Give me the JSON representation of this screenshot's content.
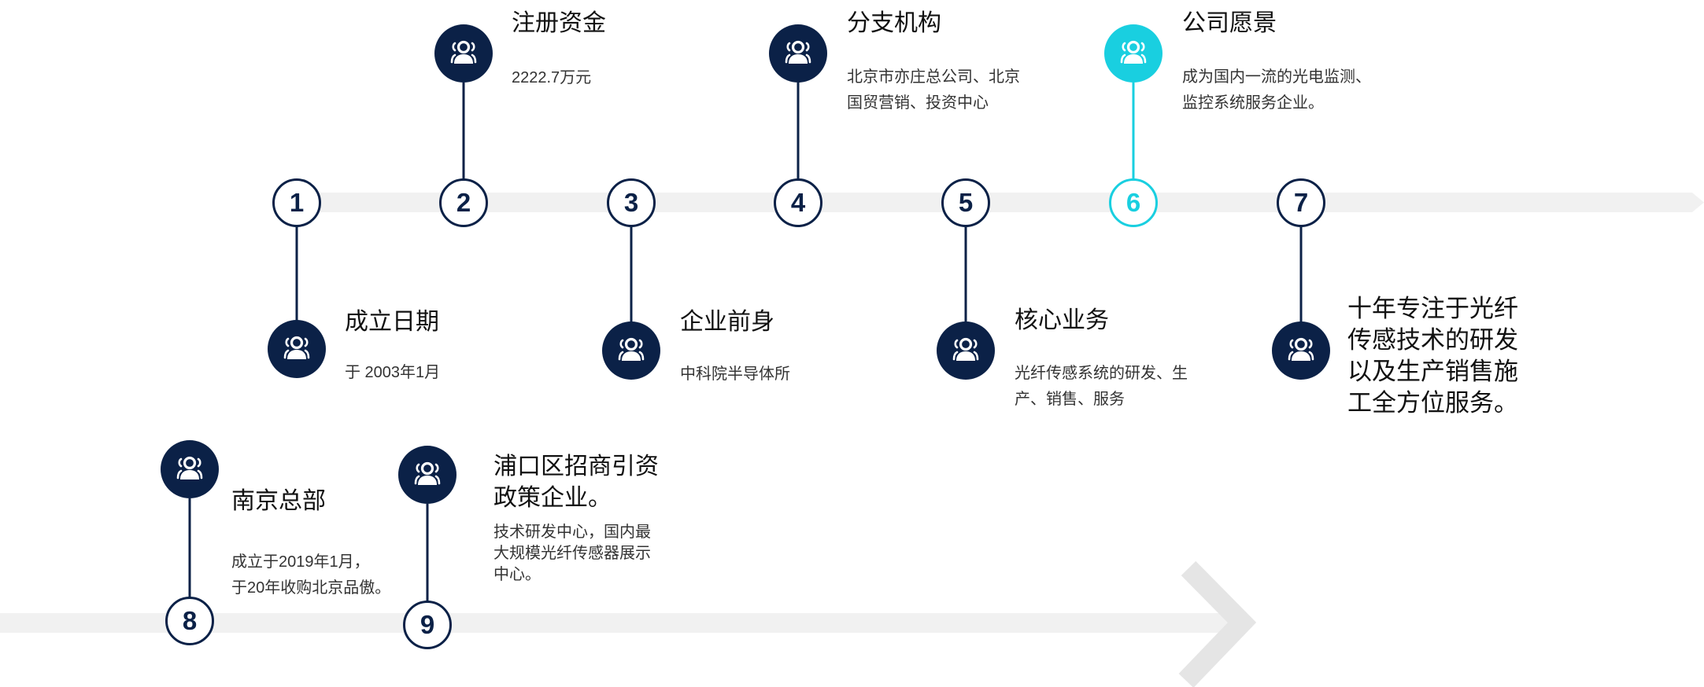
{
  "colors": {
    "primary": "#0b2147",
    "accent": "#19cfe0",
    "track": "#f1f1f1",
    "chevron": "#e5e5e5"
  },
  "icon_name": "users-icon",
  "steps": [
    {
      "number": "1",
      "title": "成立日期",
      "desc": "于 2003年1月"
    },
    {
      "number": "2",
      "title": "注册资金",
      "desc": "2222.7万元"
    },
    {
      "number": "3",
      "title": "企业前身",
      "desc": "中科院半导体所"
    },
    {
      "number": "4",
      "title": "分支机构",
      "desc_lines": [
        "北京市亦庄总公司、北京",
        "国贸营销、投资中心"
      ]
    },
    {
      "number": "5",
      "title": "核心业务",
      "desc_lines": [
        "光纤传感系统的研发、生",
        "产、销售、服务"
      ]
    },
    {
      "number": "6",
      "title": "公司愿景",
      "desc_lines": [
        "成为国内一流的光电监测、",
        "监控系统服务企业。"
      ],
      "highlighted": true
    },
    {
      "number": "7",
      "title_lines": [
        "十年专注于光纤",
        "传感技术的研发",
        "以及生产销售施",
        "工全方位服务。"
      ]
    },
    {
      "number": "8",
      "title": "南京总部",
      "desc_lines": [
        "成立于2019年1月，",
        "于20年收购北京品傲。"
      ]
    },
    {
      "number": "9",
      "title_lines": [
        "浦口区招商引资",
        "政策企业。"
      ],
      "desc_lines": [
        "技术研发中心，国内最",
        "大规模光纤传感器展示",
        "中心。"
      ]
    }
  ]
}
